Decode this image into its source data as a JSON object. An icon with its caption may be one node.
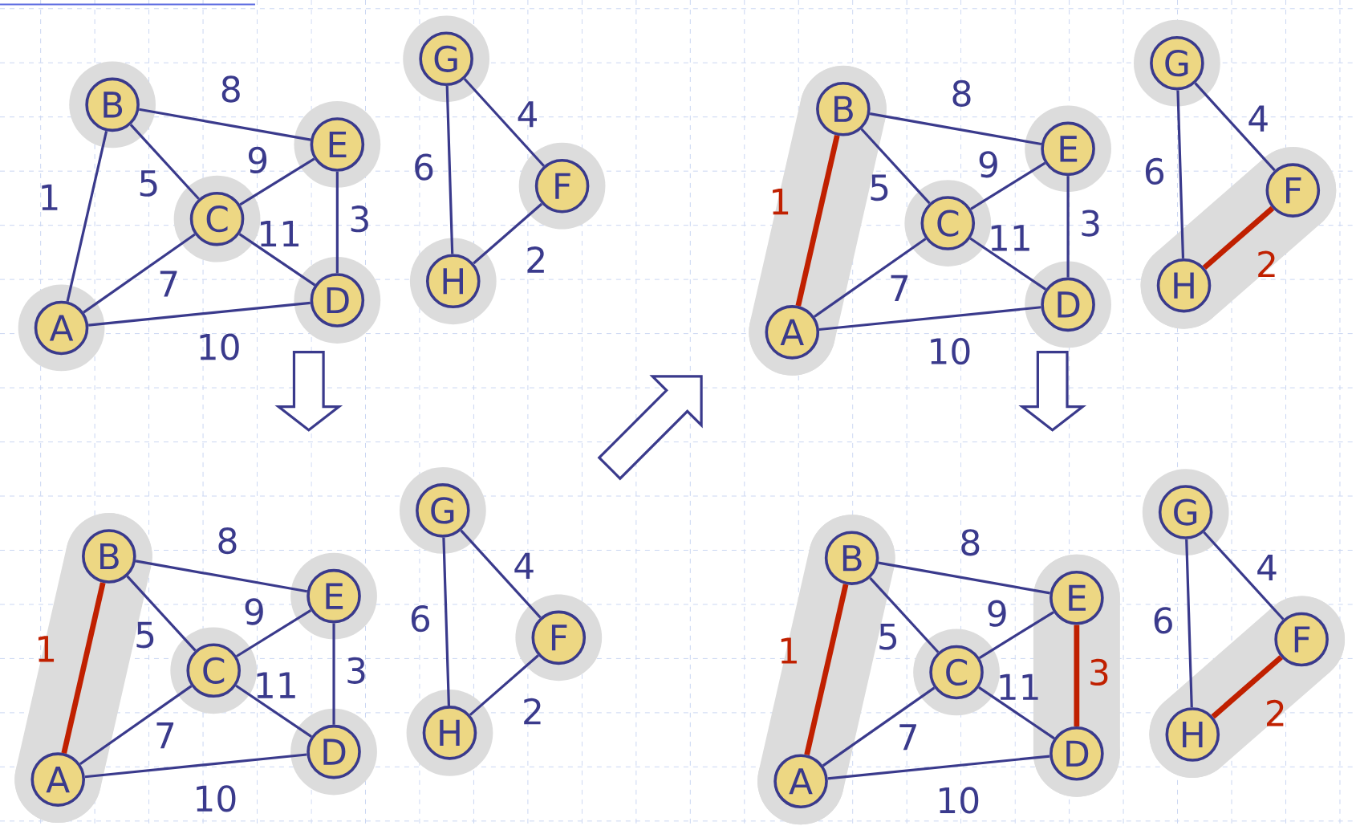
{
  "diagram": {
    "nodes": [
      {
        "text": [
          "A"
        ]
      },
      {
        "text": [
          "B"
        ]
      },
      {
        "text": [
          "C"
        ]
      },
      {
        "text": [
          "D"
        ]
      },
      {
        "text": [
          "E"
        ]
      },
      {
        "text": [
          "F"
        ]
      },
      {
        "text": [
          "G"
        ]
      },
      {
        "text": [
          "H"
        ]
      },
      {
        "text": [
          "A"
        ]
      },
      {
        "text": [
          "B"
        ]
      },
      {
        "text": [
          "C"
        ]
      },
      {
        "text": [
          "D"
        ]
      },
      {
        "text": [
          "E"
        ]
      },
      {
        "text": [
          "F"
        ]
      },
      {
        "text": [
          "G"
        ]
      },
      {
        "text": [
          "H"
        ]
      },
      {
        "text": [
          "A"
        ]
      },
      {
        "text": [
          "B"
        ]
      },
      {
        "text": [
          "C"
        ]
      },
      {
        "text": [
          "D"
        ]
      },
      {
        "text": [
          "E"
        ]
      },
      {
        "text": [
          "F"
        ]
      },
      {
        "text": [
          "G"
        ]
      },
      {
        "text": [
          "H"
        ]
      },
      {
        "text": [
          "A"
        ]
      },
      {
        "text": [
          "B"
        ]
      },
      {
        "text": [
          "C"
        ]
      },
      {
        "text": [
          "D"
        ]
      },
      {
        "text": [
          "E"
        ]
      },
      {
        "text": [
          "F"
        ]
      },
      {
        "text": [
          "G"
        ]
      },
      {
        "text": [
          "H"
        ]
      }
    ],
    "edges": [
      {
        "from": 0,
        "to": 1,
        "arrow": "none",
        "label": "1"
      },
      {
        "from": 1,
        "to": 4,
        "arrow": "none",
        "label": "8"
      },
      {
        "from": 1,
        "to": 2,
        "arrow": "none",
        "label": "5"
      },
      {
        "from": 2,
        "to": 4,
        "arrow": "none",
        "label": "9"
      },
      {
        "from": 2,
        "to": 3,
        "arrow": "none",
        "label": "11"
      },
      {
        "from": 4,
        "to": 3,
        "arrow": "none",
        "label": "3"
      },
      {
        "from": 0,
        "to": 2,
        "arrow": "none",
        "label": "7"
      },
      {
        "from": 0,
        "to": 3,
        "arrow": "none",
        "label": "10"
      },
      {
        "from": 6,
        "to": 7,
        "arrow": "none",
        "label": "6"
      },
      {
        "from": 6,
        "to": 5,
        "arrow": "none",
        "label": "4"
      },
      {
        "from": 7,
        "to": 5,
        "arrow": "none",
        "label": "2"
      },
      {
        "from": 8,
        "to": 9,
        "arrow": "none",
        "label": "1",
        "style": "thick",
        "color": "#c02000"
      },
      {
        "from": 9,
        "to": 12,
        "arrow": "none",
        "label": "8"
      },
      {
        "from": 9,
        "to": 10,
        "arrow": "none",
        "label": "5"
      },
      {
        "from": 10,
        "to": 12,
        "arrow": "none",
        "label": "9"
      },
      {
        "from": 10,
        "to": 11,
        "arrow": "none",
        "label": "11"
      },
      {
        "from": 12,
        "to": 11,
        "arrow": "none",
        "label": "3"
      },
      {
        "from": 8,
        "to": 10,
        "arrow": "none",
        "label": "7"
      },
      {
        "from": 8,
        "to": 11,
        "arrow": "none",
        "label": "10"
      },
      {
        "from": 14,
        "to": 15,
        "arrow": "none",
        "label": "6"
      },
      {
        "from": 14,
        "to": 13,
        "arrow": "none",
        "label": "4"
      },
      {
        "from": 15,
        "to": 13,
        "arrow": "none",
        "label": "2",
        "style": "thick",
        "color": "#c02000"
      },
      {
        "from": 16,
        "to": 17,
        "arrow": "none",
        "label": "1",
        "style": "thick",
        "color": "#c02000"
      },
      {
        "from": 17,
        "to": 20,
        "arrow": "none",
        "label": "8"
      },
      {
        "from": 17,
        "to": 18,
        "arrow": "none",
        "label": "5"
      },
      {
        "from": 18,
        "to": 20,
        "arrow": "none",
        "label": "9"
      },
      {
        "from": 18,
        "to": 19,
        "arrow": "none",
        "label": "11"
      },
      {
        "from": 20,
        "to": 19,
        "arrow": "none",
        "label": "3"
      },
      {
        "from": 16,
        "to": 18,
        "arrow": "none",
        "label": "7"
      },
      {
        "from": 16,
        "to": 19,
        "arrow": "none",
        "label": "10"
      },
      {
        "from": 22,
        "to": 23,
        "arrow": "none",
        "label": "6"
      },
      {
        "from": 22,
        "to": 21,
        "arrow": "none",
        "label": "4"
      },
      {
        "from": 23,
        "to": 21,
        "arrow": "none",
        "label": "2"
      },
      {
        "from": 24,
        "to": 25,
        "arrow": "none",
        "label": "1",
        "style": "thick",
        "color": "#c02000"
      },
      {
        "from": 25,
        "to": 28,
        "arrow": "none",
        "label": "8"
      },
      {
        "from": 25,
        "to": 26,
        "arrow": "none",
        "label": "5"
      },
      {
        "from": 26,
        "to": 28,
        "arrow": "none",
        "label": "9"
      },
      {
        "from": 26,
        "to": 27,
        "arrow": "none",
        "label": "11"
      },
      {
        "from": 28,
        "to": 27,
        "arrow": "none",
        "label": "3",
        "style": "thick",
        "color": "#c02000"
      },
      {
        "from": 24,
        "to": 26,
        "arrow": "none",
        "label": "7"
      },
      {
        "from": 24,
        "to": 27,
        "arrow": "none",
        "label": "10"
      },
      {
        "from": 30,
        "to": 31,
        "arrow": "none",
        "label": "6"
      },
      {
        "from": 30,
        "to": 29,
        "arrow": "none",
        "label": "4"
      },
      {
        "from": 31,
        "to": 29,
        "arrow": "none",
        "label": "2",
        "style": "thick",
        "color": "#c02000"
      }
    ]
  }
}
